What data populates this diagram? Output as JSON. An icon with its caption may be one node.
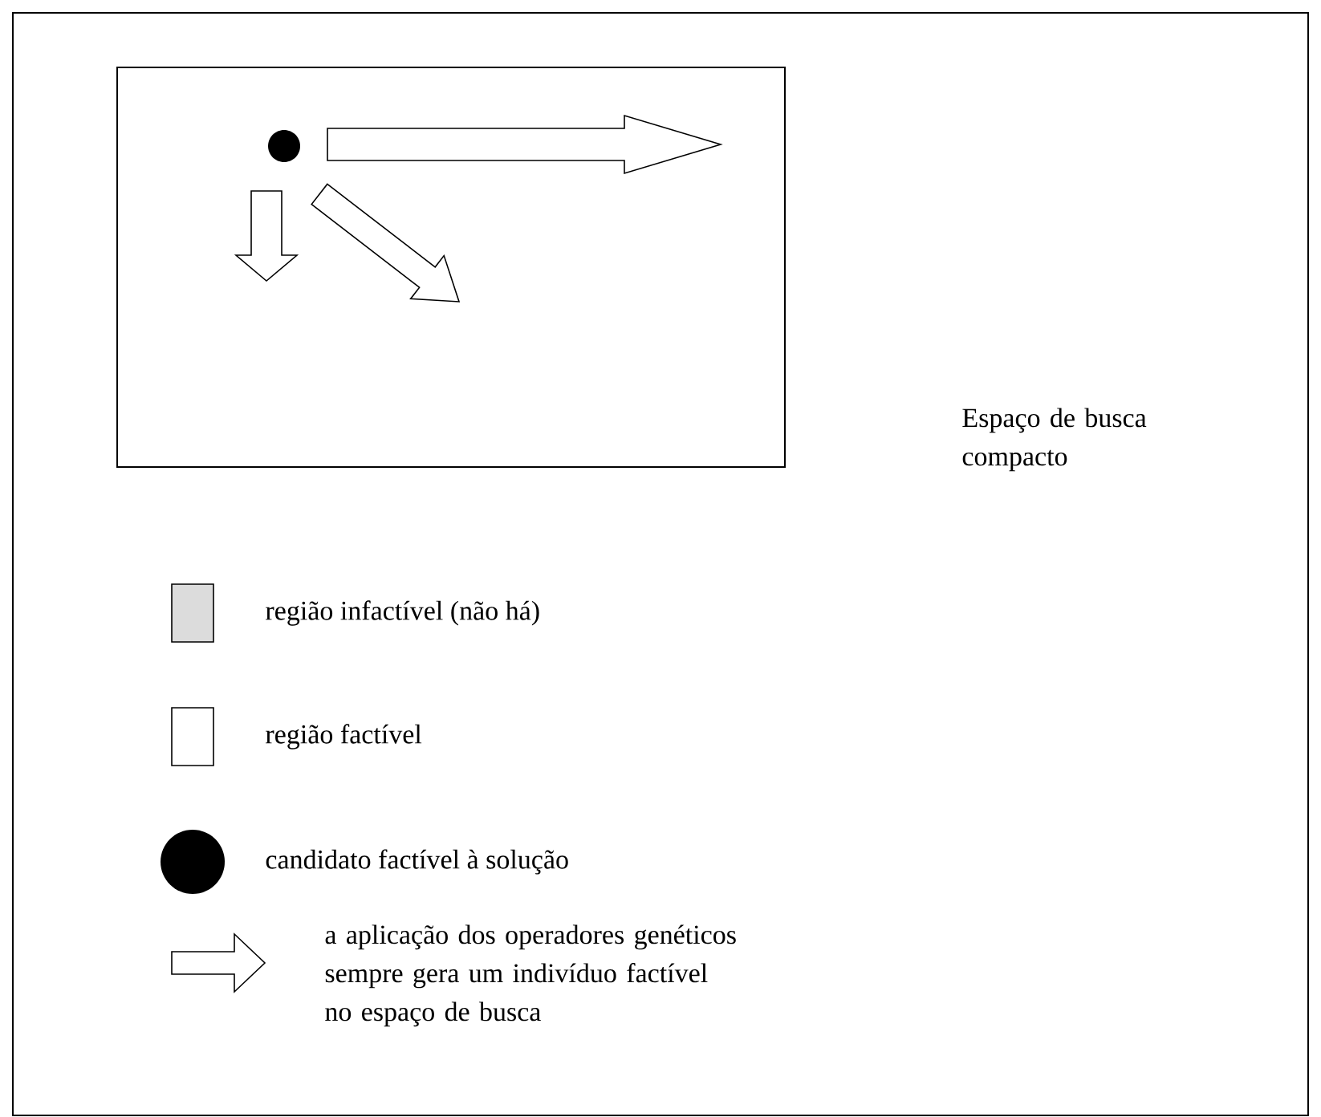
{
  "diagram": {
    "nodes": [
      {
        "text": [],
        "shape": "box"
      },
      {
        "text": [],
        "shape": "circle",
        "in": 0
      }
    ],
    "edges": [
      {
        "from": 1,
        "to": null,
        "arrow": "to"
      },
      {
        "from": 1,
        "to": null,
        "arrow": "to"
      },
      {
        "from": 1,
        "to": null,
        "arrow": "to"
      }
    ],
    "labels": [
      "Espaço de busca compacto"
    ],
    "legend": [
      {
        "text": "região infactível (não há)",
        "color": "#dcdcdc"
      },
      {
        "text": "região factível"
      },
      {
        "text": "candidato factível à solução"
      },
      {
        "text": "a aplicação dos operadores genéticos sempre gera um indivíduo factível no espaço de busca"
      }
    ]
  }
}
